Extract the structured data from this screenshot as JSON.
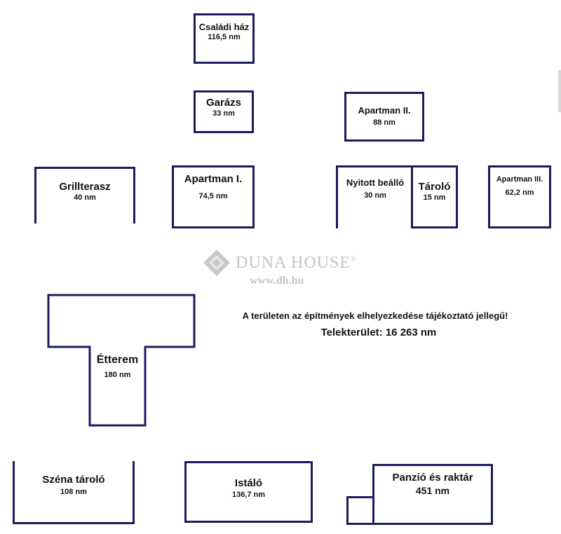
{
  "buildings": {
    "csaladi_haz": {
      "name": "Családi ház",
      "area": "116,5 nm"
    },
    "garazs": {
      "name": "Garázs",
      "area": "33 nm"
    },
    "apartman2": {
      "name": "Apartman II.",
      "area": "88 nm"
    },
    "grillterasz": {
      "name": "Grillterasz",
      "area": "40 nm"
    },
    "apartman1": {
      "name": "Apartman I.",
      "area": "74,5 nm"
    },
    "nyitott_beallo": {
      "name": "Nyitott beálló",
      "area": "30 nm"
    },
    "tarolo": {
      "name": "Tároló",
      "area": "15 nm"
    },
    "apartman3": {
      "name": "Apartman III.",
      "area": "62,2 nm"
    },
    "etterem": {
      "name": "Étterem",
      "area": "180 nm"
    },
    "szena_tarolo": {
      "name": "Széna tároló",
      "area": "108 nm"
    },
    "istalo": {
      "name": "Istáló",
      "area": "136,7 nm"
    },
    "panzio": {
      "name": "Panzió és raktár",
      "area": "451 nm"
    }
  },
  "notes": {
    "disclaimer": "A területen az építmények elhelyezkedése tájékoztató jellegű!",
    "plot_area": "Telekterület: 16 263 nm"
  },
  "watermark": {
    "brand": "DUNA HOUSE",
    "reg": "®",
    "url": "www.dh.hu"
  },
  "colors": {
    "outline": "#1b1b5e",
    "watermark": "#c4c4c4",
    "text": "#111111"
  }
}
